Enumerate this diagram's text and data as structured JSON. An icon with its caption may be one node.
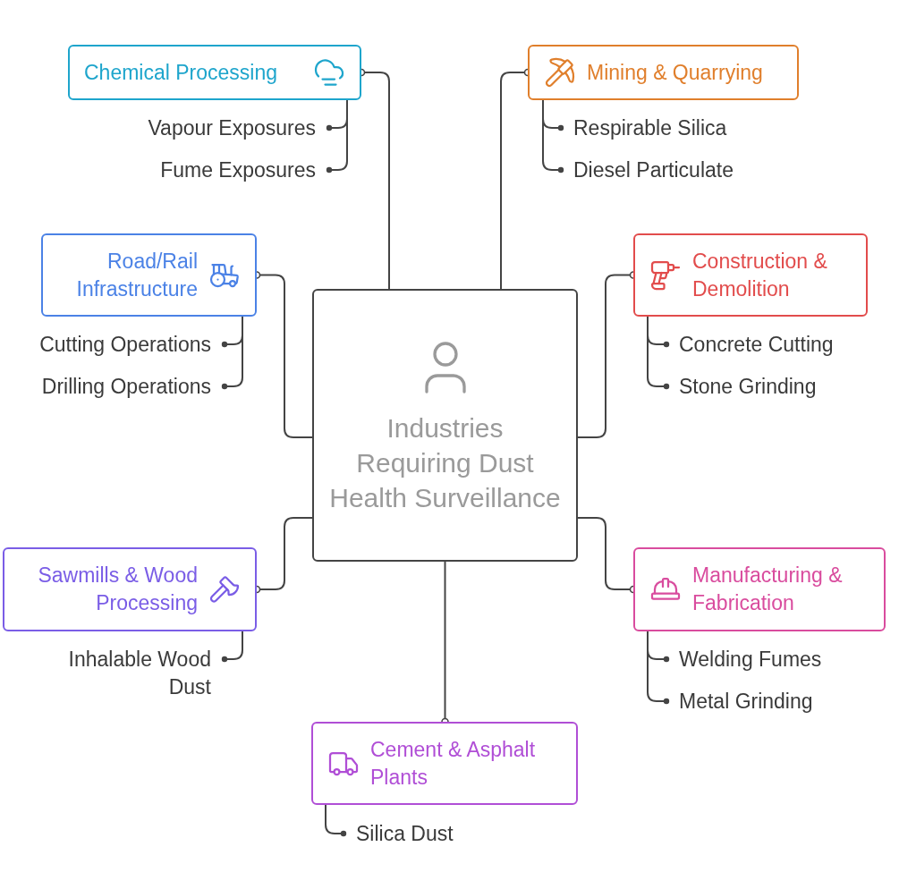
{
  "diagram": {
    "nodes": [
      {
        "text": [
          "Industries Requiring Dust Health Surveillance"
        ]
      },
      {
        "text": [
          "Chemical Processing"
        ]
      },
      {
        "text": [
          "Vapour Exposures"
        ]
      },
      {
        "text": [
          "Fume Exposures"
        ]
      },
      {
        "text": [
          "Mining & Quarrying"
        ]
      },
      {
        "text": [
          "Respirable Silica"
        ]
      },
      {
        "text": [
          "Diesel Particulate"
        ]
      },
      {
        "text": [
          "Road/Rail Infrastructure"
        ]
      },
      {
        "text": [
          "Cutting Operations"
        ]
      },
      {
        "text": [
          "Drilling Operations"
        ]
      },
      {
        "text": [
          "Construction & Demolition"
        ]
      },
      {
        "text": [
          "Concrete Cutting"
        ]
      },
      {
        "text": [
          "Stone Grinding"
        ]
      },
      {
        "text": [
          "Sawmills & Wood Processing"
        ]
      },
      {
        "text": [
          "Inhalable Wood Dust"
        ]
      },
      {
        "text": [
          "Manufacturing & Fabrication"
        ]
      },
      {
        "text": [
          "Welding Fumes"
        ]
      },
      {
        "text": [
          "Metal Grinding"
        ]
      },
      {
        "text": [
          "Cement & Asphalt Plants"
        ]
      },
      {
        "text": [
          "Silica Dust"
        ]
      }
    ],
    "edges": [
      {
        "from": 0,
        "to": 1,
        "arrow": "other"
      },
      {
        "from": 1,
        "to": 2,
        "arrow": "other"
      },
      {
        "from": 1,
        "to": 3,
        "arrow": "other"
      },
      {
        "from": 0,
        "to": 4,
        "arrow": "other"
      },
      {
        "from": 4,
        "to": 5,
        "arrow": "other"
      },
      {
        "from": 4,
        "to": 6,
        "arrow": "other"
      },
      {
        "from": 0,
        "to": 7,
        "arrow": "other"
      },
      {
        "from": 7,
        "to": 8,
        "arrow": "other"
      },
      {
        "from": 7,
        "to": 9,
        "arrow": "other"
      },
      {
        "from": 0,
        "to": 10,
        "arrow": "other"
      },
      {
        "from": 10,
        "to": 11,
        "arrow": "other"
      },
      {
        "from": 10,
        "to": 12,
        "arrow": "other"
      },
      {
        "from": 0,
        "to": 13,
        "arrow": "other"
      },
      {
        "from": 13,
        "to": 14,
        "arrow": "other"
      },
      {
        "from": 0,
        "to": 15,
        "arrow": "other"
      },
      {
        "from": 15,
        "to": 16,
        "arrow": "other"
      },
      {
        "from": 15,
        "to": 17,
        "arrow": "other"
      },
      {
        "from": 0,
        "to": 18,
        "arrow": "other"
      },
      {
        "from": 18,
        "to": 19,
        "arrow": "other"
      }
    ]
  }
}
